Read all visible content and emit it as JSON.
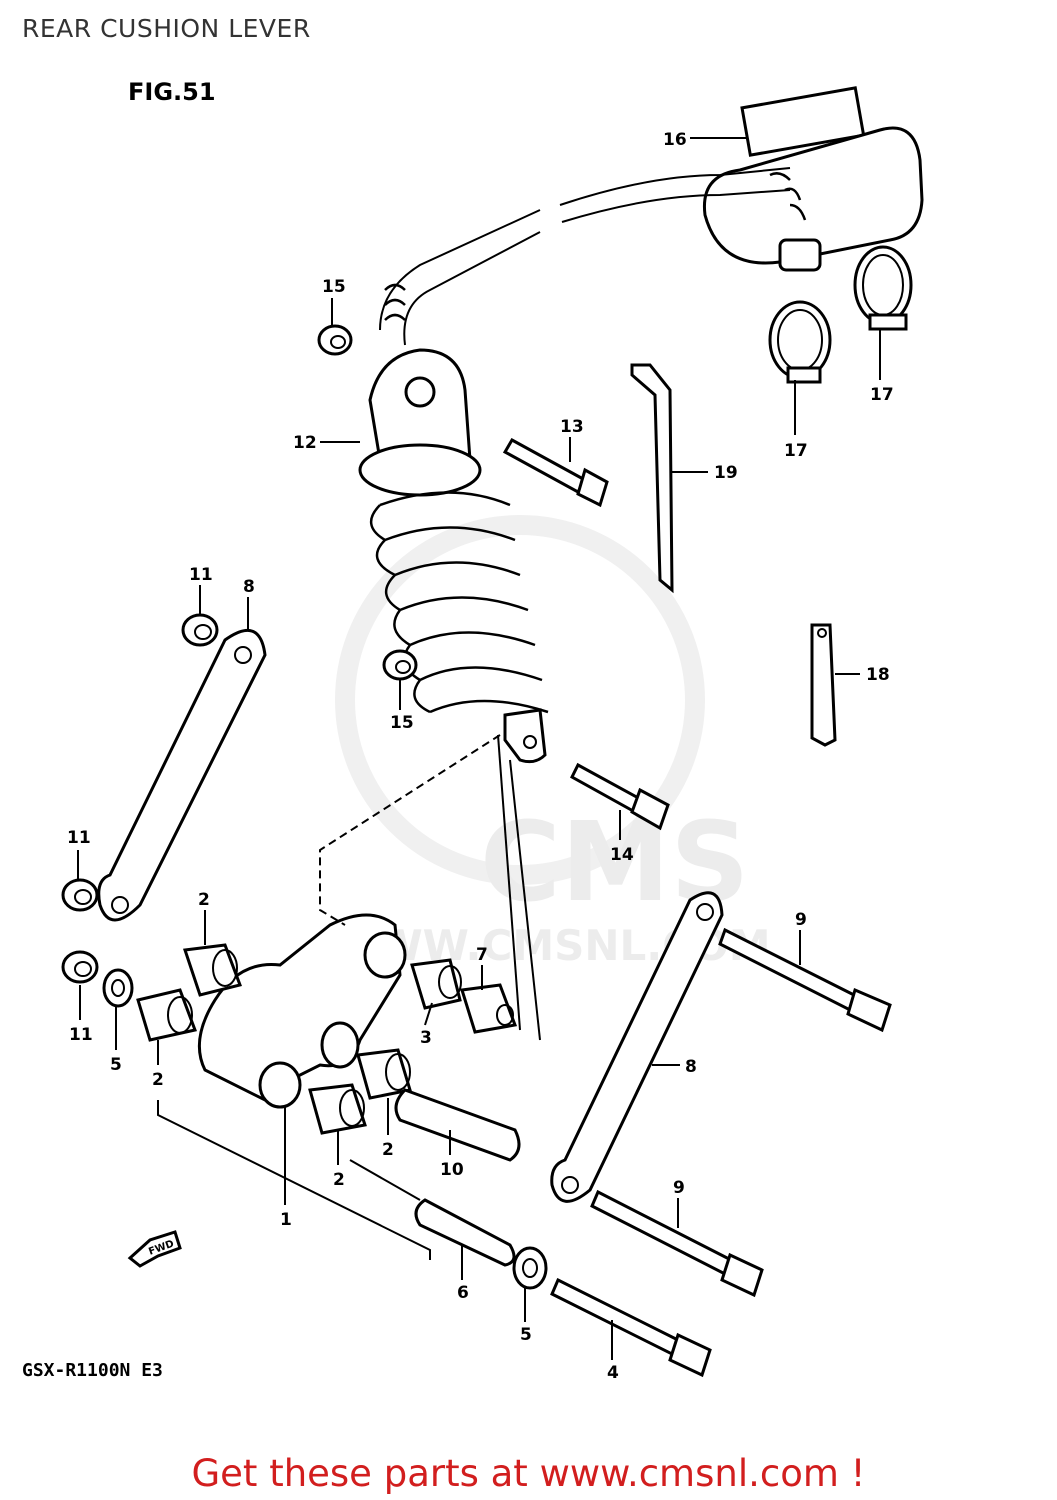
{
  "page": {
    "title": "REAR CUSHION LEVER"
  },
  "diagram": {
    "figure_label": "FIG.51",
    "model_code": "GSX-R1100N E3",
    "direction_marker": "FWD",
    "watermark": {
      "brand": "CMS",
      "url": "WWW.CMSNL.COM"
    },
    "callouts": [
      "1",
      "2",
      "3",
      "4",
      "5",
      "6",
      "7",
      "8",
      "9",
      "10",
      "11",
      "12",
      "13",
      "14",
      "15",
      "16",
      "17",
      "18",
      "19"
    ]
  },
  "footer": {
    "link_text": "Get these parts at www.cmsnl.com !"
  },
  "colors": {
    "accent": "#d21e1e",
    "ink": "#000000",
    "watermark": "#ececec"
  }
}
